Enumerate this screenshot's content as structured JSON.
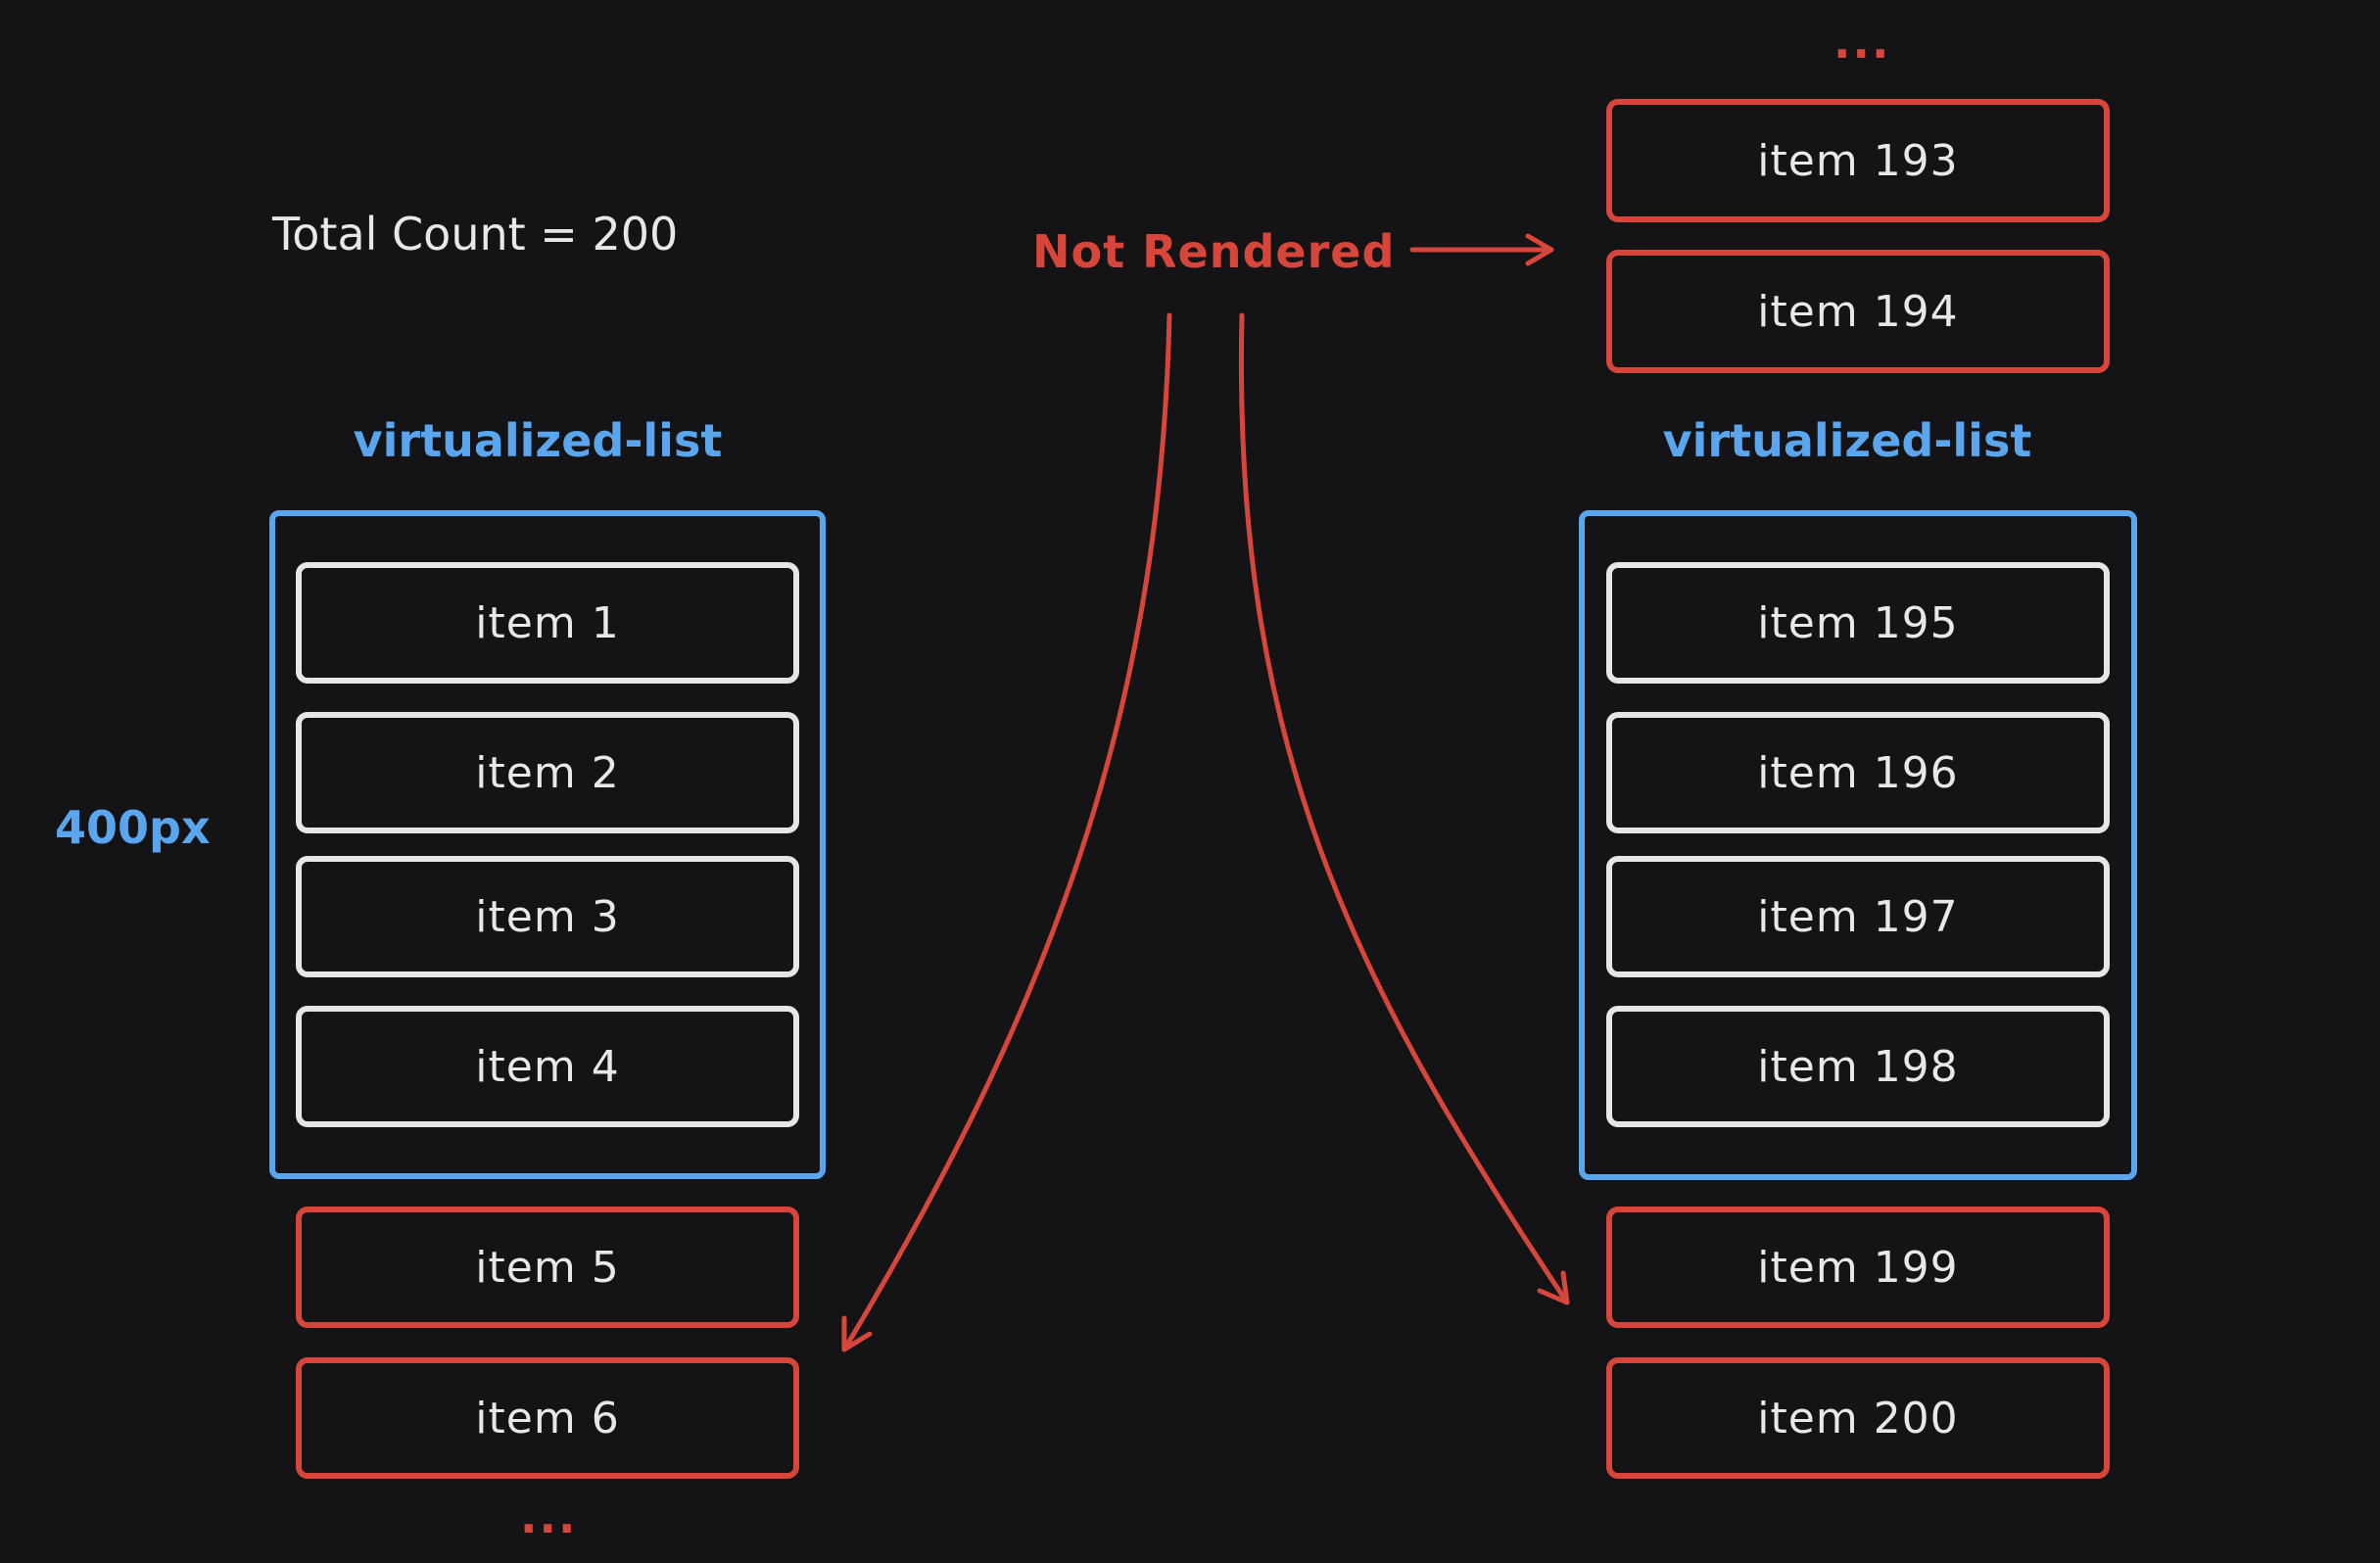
{
  "total_count_label": "Total Count = 200",
  "height_label": "400px",
  "not_rendered_label": "Not Rendered",
  "ellipsis": "...",
  "lists": [
    {
      "title": "virtualized-list",
      "rendered_items": [
        "item 1",
        "item 2",
        "item 3",
        "item 4"
      ],
      "not_rendered_after": [
        "item 5",
        "item 6"
      ]
    },
    {
      "title": "virtualized-list",
      "not_rendered_before": [
        "item 193",
        "item 194"
      ],
      "rendered_items": [
        "item 195",
        "item 196",
        "item 197",
        "item 198"
      ],
      "not_rendered_after": [
        "item 199",
        "item 200"
      ]
    }
  ],
  "colors": {
    "background": "#141416",
    "viewport": "#5aa6ee",
    "rendered": "#e6e6e6",
    "not_rendered": "#d8463b",
    "text": "#e8e8ea"
  }
}
